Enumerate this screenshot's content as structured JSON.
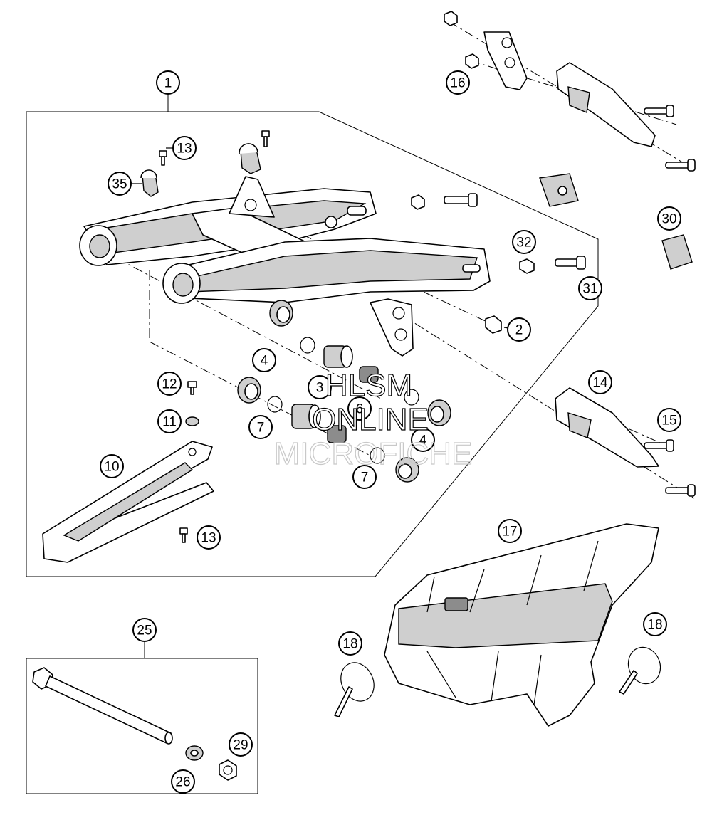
{
  "callouts": [
    {
      "id": "c1",
      "label": "1"
    },
    {
      "id": "c13a",
      "label": "13"
    },
    {
      "id": "c35",
      "label": "35"
    },
    {
      "id": "c16",
      "label": "16"
    },
    {
      "id": "c30",
      "label": "30"
    },
    {
      "id": "c32",
      "label": "32"
    },
    {
      "id": "c31",
      "label": "31"
    },
    {
      "id": "c2",
      "label": "2"
    },
    {
      "id": "c4a",
      "label": "4"
    },
    {
      "id": "c3",
      "label": "3"
    },
    {
      "id": "c6",
      "label": "6"
    },
    {
      "id": "c12",
      "label": "12"
    },
    {
      "id": "c11",
      "label": "11"
    },
    {
      "id": "c7a",
      "label": "7"
    },
    {
      "id": "c4b",
      "label": "4"
    },
    {
      "id": "c7b",
      "label": "7"
    },
    {
      "id": "c14",
      "label": "14"
    },
    {
      "id": "c15",
      "label": "15"
    },
    {
      "id": "c10",
      "label": "10"
    },
    {
      "id": "c13b",
      "label": "13"
    },
    {
      "id": "c17",
      "label": "17"
    },
    {
      "id": "c18a",
      "label": "18"
    },
    {
      "id": "c18b",
      "label": "18"
    },
    {
      "id": "c25",
      "label": "25"
    },
    {
      "id": "c29",
      "label": "29"
    },
    {
      "id": "c26",
      "label": "26"
    }
  ],
  "watermark": {
    "line1": "HLSM",
    "line2": "ONLINE",
    "line3": "MICROFICHE"
  }
}
